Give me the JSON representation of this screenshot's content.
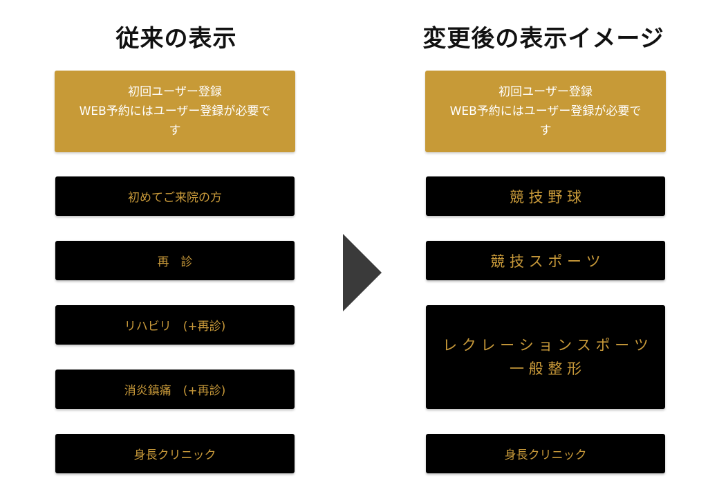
{
  "left": {
    "title": "従来の表示",
    "registration": "初回ユーザー登録\nWEB予約にはユーザー登録が必要で\nす",
    "buttons": [
      "初めてご来院の方",
      "再　診",
      "リハビリ　(+再診)",
      "消炎鎮痛　(+再診)",
      "身長クリニック"
    ]
  },
  "right": {
    "title": "変更後の表示イメージ",
    "registration": "初回ユーザー登録\nWEB予約にはユーザー登録が必要で\nす",
    "buttons": [
      "競 技 野 球",
      "競 技 ス ポ ー ツ",
      "レ ク レ ー シ ョ ン ス ポ ー ツ\n一 般 整 形",
      "身長クリニック"
    ]
  },
  "colors": {
    "gold": "#c79a37",
    "dark": "#000000",
    "gold_text": "#c99a3a",
    "arrow": "#3a3a3a"
  },
  "icons": {
    "arrow": "right-triangle-icon"
  }
}
